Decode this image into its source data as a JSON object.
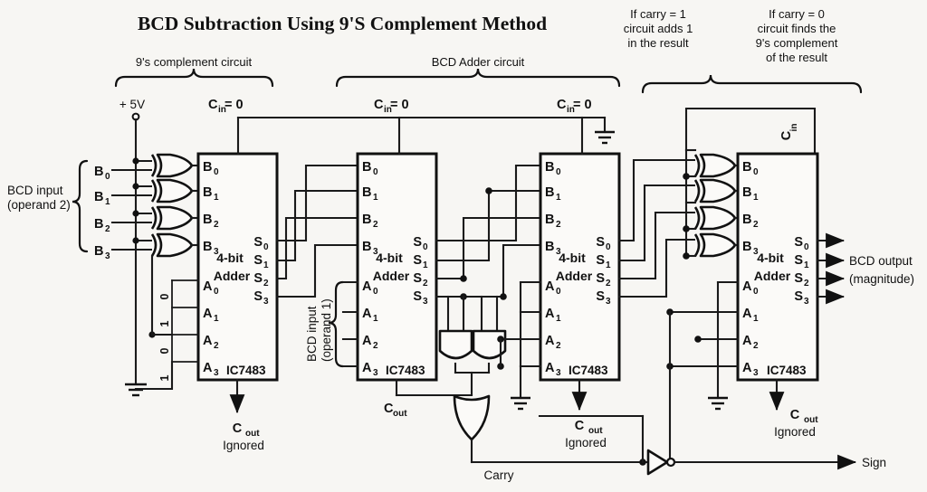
{
  "title": "BCD Subtraction Using 9'S Complement Method",
  "annotations": {
    "nines_complement": "9's complement circuit",
    "bcd_adder": "BCD Adder circuit",
    "carry_one": [
      "If carry = 1",
      "circuit adds 1",
      "in the result"
    ],
    "carry_zero": [
      "If carry = 0",
      "circuit finds the",
      "9's complement",
      "of the result"
    ]
  },
  "labels": {
    "supply": "+ 5V",
    "cin_zero": "C",
    "cin_sub": "in",
    "cin_eq": " = 0",
    "cin_plain": "C",
    "bcd_input_2": [
      "BCD input",
      "(operand 2)"
    ],
    "bcd_input_1": [
      "BCD input",
      "(operand 1)"
    ],
    "bcd_output": [
      "BCD output",
      "(magnitude)"
    ],
    "carry": "Carry",
    "sign": "Sign",
    "cout": "C",
    "cout_sub": "out",
    "ignored": "Ignored",
    "adder_line1": "4-bit",
    "adder_line2": "Adder",
    "ic": "IC7483"
  },
  "pins": {
    "b": [
      "B",
      "B",
      "B",
      "B"
    ],
    "b_sub": [
      "0",
      "1",
      "2",
      "3"
    ],
    "a": [
      "A",
      "A",
      "A",
      "A"
    ],
    "a_sub": [
      "0",
      "1",
      "2",
      "3"
    ],
    "s": [
      "S",
      "S",
      "S",
      "S"
    ],
    "s_sub": [
      "0",
      "1",
      "2",
      "3"
    ]
  },
  "constant_bits": [
    "0",
    "1",
    "0",
    "1"
  ],
  "inputs_b": [
    "B",
    "B",
    "B",
    "B"
  ],
  "inputs_b_sub": [
    "0",
    "1",
    "2",
    "3"
  ],
  "colors": {
    "background": "#f7f6f3",
    "ink": "#111111",
    "fill": "#fbfaf8"
  },
  "icons": {
    "xor_gate": "xor-gate-icon",
    "and_gate": "and-gate-icon",
    "or_gate": "or-gate-icon",
    "not_gate": "not-gate-icon",
    "ground": "ground-icon",
    "junction": "junction-dot-icon",
    "arrow": "arrow-icon",
    "terminal": "terminal-icon"
  }
}
